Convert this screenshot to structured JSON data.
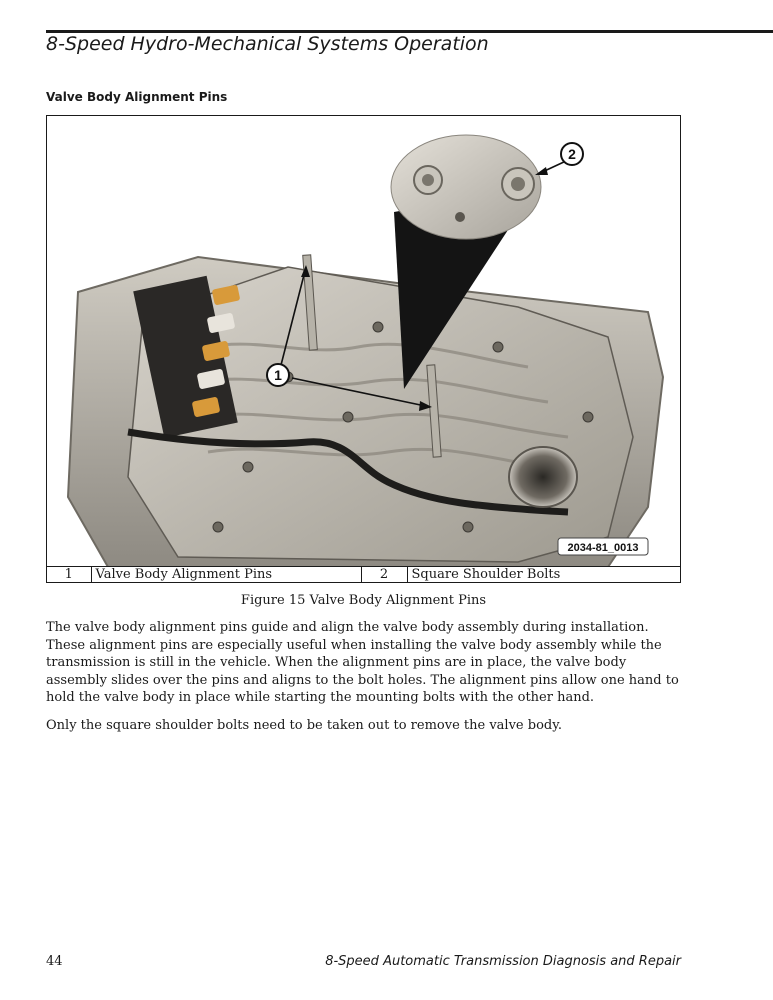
{
  "header": {
    "title": "8-Speed Hydro-Mechanical Systems Operation"
  },
  "section": {
    "heading": "Valve Body Alignment Pins"
  },
  "figure": {
    "callouts": [
      "1",
      "2"
    ],
    "image_id": "2034-81_0013",
    "legend": [
      {
        "number": "1",
        "label": "Valve Body Alignment Pins"
      },
      {
        "number": "2",
        "label": "Square Shoulder Bolts"
      }
    ],
    "caption": "Figure 15  Valve Body Alignment Pins"
  },
  "body": {
    "paragraphs": [
      "The valve body alignment pins guide and align the valve body assembly during installation. These alignment pins are especially useful when installing the valve body assembly while the transmission is still in the vehicle.  When the alignment pins are in place, the valve body assembly slides over the pins and aligns to the bolt holes.  The alignment pins allow one hand to hold the valve body in place while starting the mounting bolts with the other hand.",
      "Only the square shoulder bolts need to be taken out to remove the valve body."
    ]
  },
  "footer": {
    "page_number": "44",
    "book_title": "8-Speed Automatic Transmission Diagnosis and Repair"
  }
}
